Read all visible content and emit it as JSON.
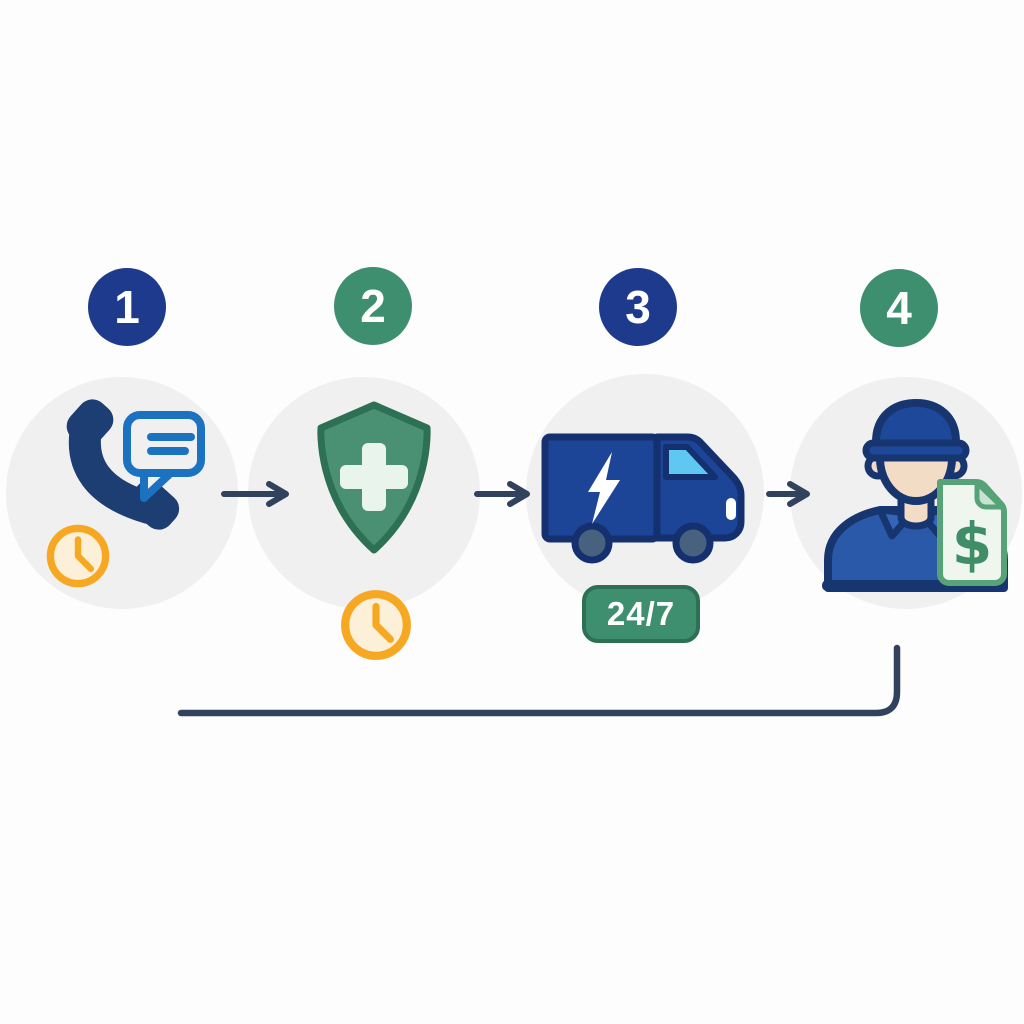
{
  "palette": {
    "background": "#fdfdfd",
    "circle_bg": "#f0f0f1",
    "navy_badge": "#1e3a8c",
    "green_badge": "#3e8e70",
    "green_border": "#2e7054",
    "arrow": "#31425c",
    "phone_navy": "#1d3e73",
    "bubble_blue": "#1b72c0",
    "clock_orange": "#f7a823",
    "clock_face": "#fdf0d8",
    "shield_green": "#4a9173",
    "cross_mint": "#e9f4ec",
    "van_blue": "#1c4598",
    "outline_navy": "#14306e",
    "window_blue": "#5ec8f2",
    "wheel_slate": "#47617f",
    "cap_blue": "#1e489a",
    "shirt_blue": "#2b59a9",
    "collar_blue": "#3465b8",
    "skin": "#f3dcc6",
    "doc_fill": "#eef6ee",
    "doc_green": "#57a277",
    "dollar_green": "#3f8e68"
  },
  "steps": [
    {
      "number": "1",
      "icon": "phone-chat-icon"
    },
    {
      "number": "2",
      "icon": "shield-medical-icon"
    },
    {
      "number": "3",
      "icon": "service-van-icon",
      "availability_badge": "24/7"
    },
    {
      "number": "4",
      "icon": "technician-invoice-icon",
      "invoice_symbol": "$"
    }
  ]
}
